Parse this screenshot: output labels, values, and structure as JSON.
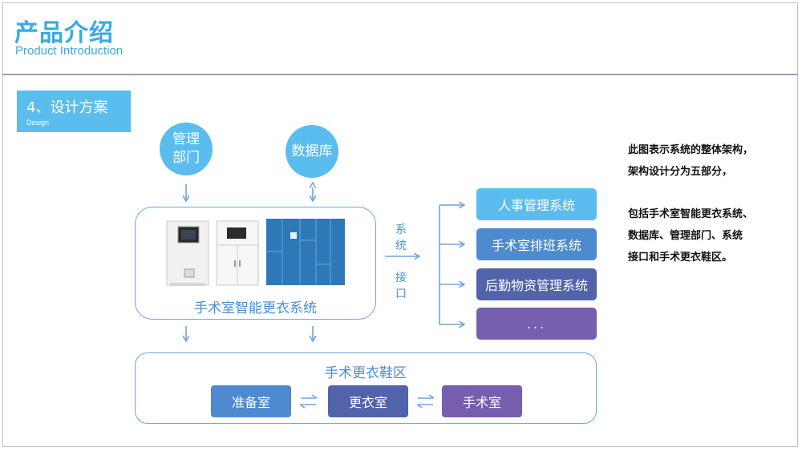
{
  "header": {
    "title_cn": "产品介绍",
    "title_en": "Product Introduction"
  },
  "section": {
    "label": "4、设计方案",
    "sublabel": "Design"
  },
  "nodes": {
    "management": "管理\n部门",
    "database": "数据库",
    "system": "手术室智能更衣系统",
    "interface": "系\n统\n\n接\n口"
  },
  "targets": [
    {
      "label": "人事管理系统"
    },
    {
      "label": "手术室排班系统"
    },
    {
      "label": "后勤物资管理系统"
    },
    {
      "label": "..."
    }
  ],
  "zone": {
    "title": "手术更衣鞋区",
    "rooms": [
      {
        "label": "准备室"
      },
      {
        "label": "更衣室"
      },
      {
        "label": "手术室"
      }
    ]
  },
  "description": {
    "para1": [
      "此图表示系统的整体架构，",
      "架构设计分为五部分，"
    ],
    "para2": [
      "包括手术室智能更衣系统、",
      "数据库、管理部门、系统",
      "接口和手术更衣鞋区。"
    ]
  },
  "colors": {
    "accent": "#5bbdee",
    "blue": "#4d8ad0",
    "indigo": "#5262ab",
    "purple": "#765fae",
    "line": "#6ea5dc"
  }
}
